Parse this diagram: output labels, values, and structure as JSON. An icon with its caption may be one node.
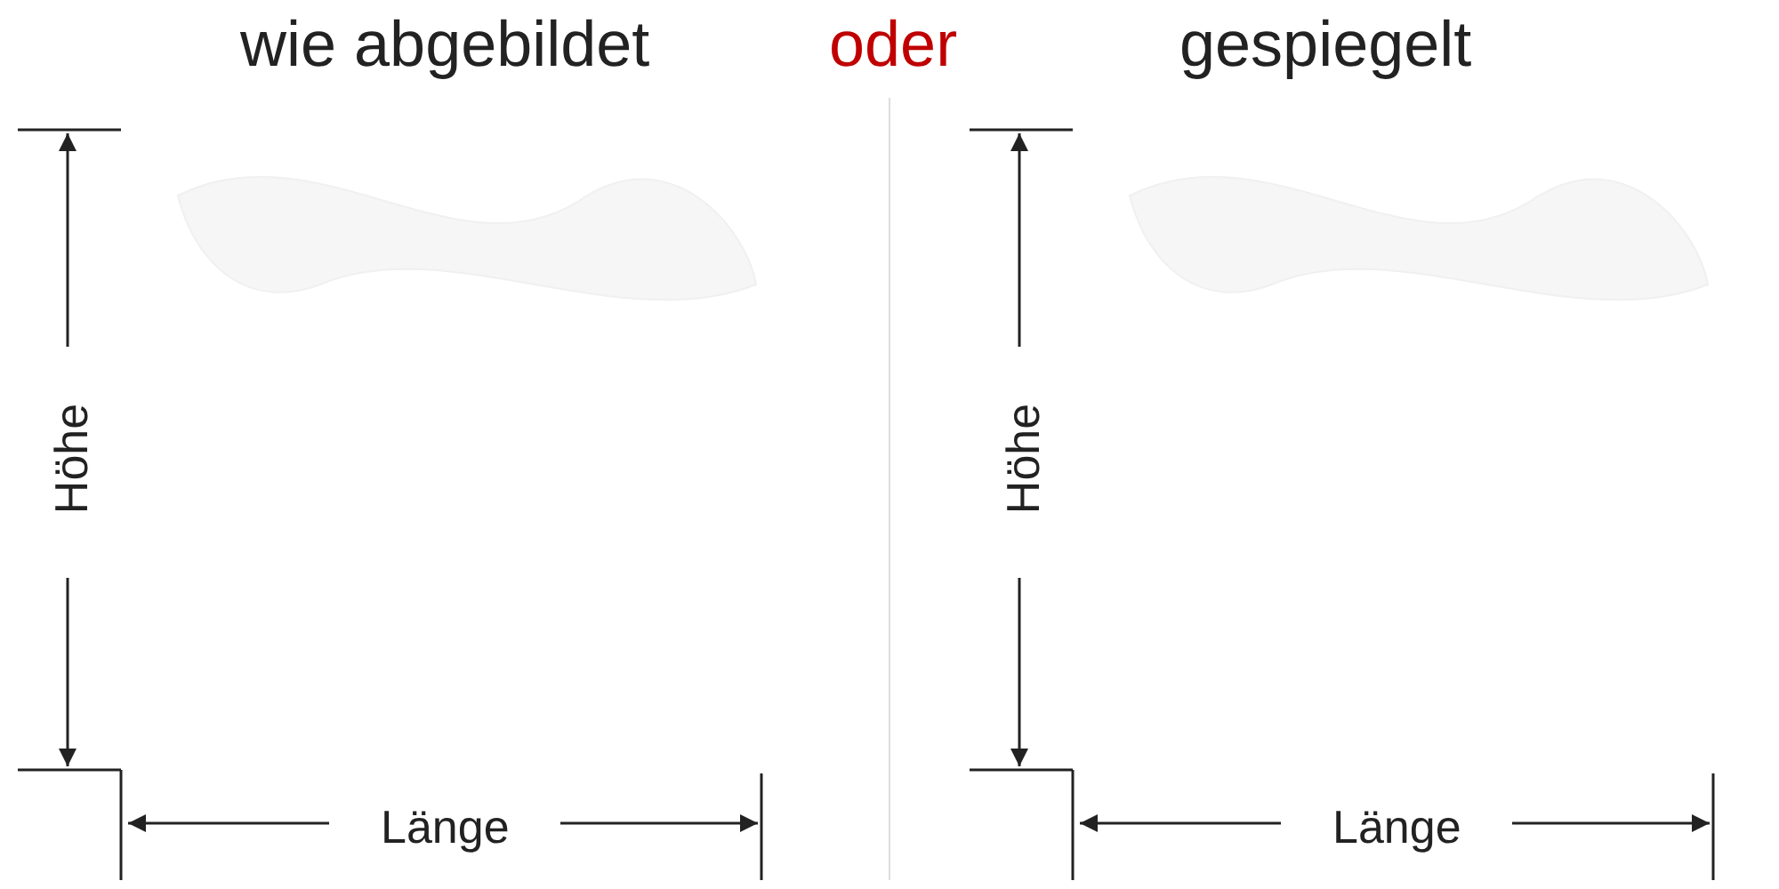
{
  "diagram": {
    "labels": [
      "wie abgebildet",
      "oder",
      "gespiegelt",
      "Höhe",
      "Länge",
      "Höhe",
      "Länge"
    ]
  }
}
